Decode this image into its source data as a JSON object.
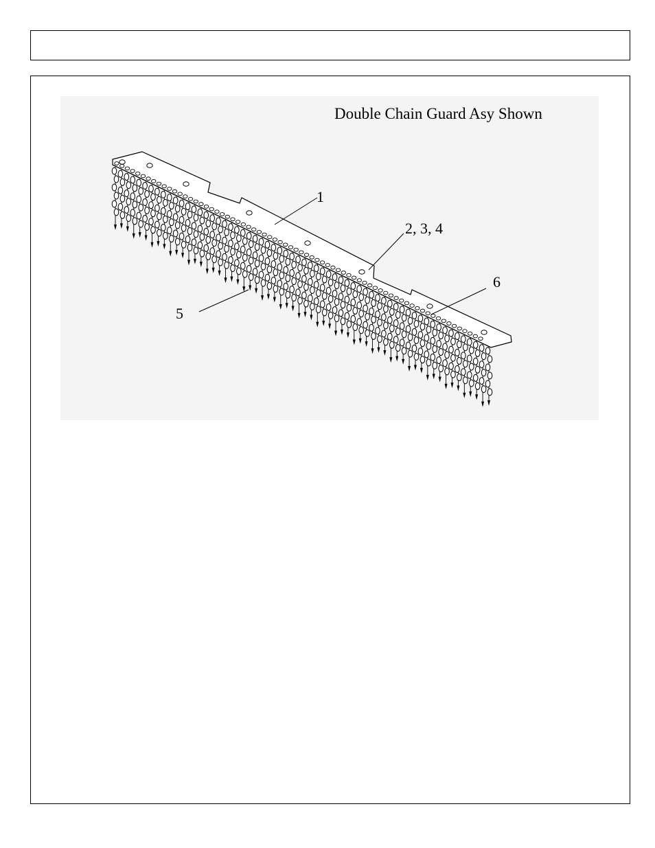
{
  "header": {
    "title": ""
  },
  "figure": {
    "caption": "Double Chain Guard Asy Shown",
    "callouts": [
      {
        "id": "1",
        "label": "1"
      },
      {
        "id": "234",
        "label": "2, 3, 4"
      },
      {
        "id": "5",
        "label": "5"
      },
      {
        "id": "6",
        "label": "6"
      }
    ]
  }
}
